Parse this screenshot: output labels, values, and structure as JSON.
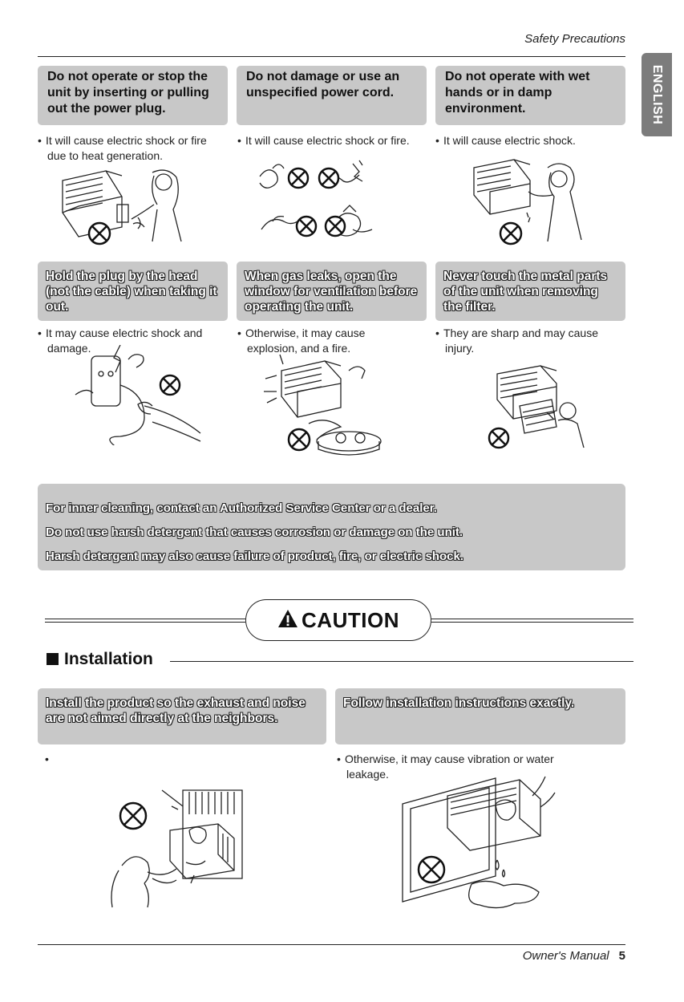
{
  "header": {
    "title": "Safety Precautions"
  },
  "language_tab": {
    "label": "ENGLISH"
  },
  "warnings_row1": [
    {
      "title": "Do not operate or stop the unit by inserting or pulling out the power plug.",
      "bullet_line1": "It will cause electric shock or fire",
      "bullet_line2": "due to heat generation."
    },
    {
      "title": "Do not damage or use an unspecified power cord.",
      "bullet_line1": "It will cause electric shock or fire.",
      "bullet_line2": ""
    },
    {
      "title": "Do not operate with wet hands or in damp environment.",
      "bullet_line1": "It will cause electric shock.",
      "bullet_line2": ""
    }
  ],
  "warnings_row2": [
    {
      "title": "Hold the plug by the head (not the cable) when taking it out.",
      "bullet_line1": "It may cause electric shock and",
      "bullet_line2": "damage."
    },
    {
      "title": "When gas leaks, open the window for ventilation before operating the unit.",
      "bullet_line1": "Otherwise, it may cause",
      "bullet_line2": "explosion, and a fire."
    },
    {
      "title": "Never touch the metal parts of the unit when removing the filter.",
      "bullet_line1": "They are sharp and may cause",
      "bullet_line2": "injury."
    }
  ],
  "inner_cleaning": {
    "line1": "For inner cleaning, contact an Authorized Service Center or a dealer.",
    "line2": "Do not use harsh detergent that causes corrosion or damage on the unit.",
    "line3": "Harsh detergent may also cause failure of product, fire, or electric shock."
  },
  "caution": {
    "label": "CAUTION",
    "icon": "warning-triangle-icon"
  },
  "installation": {
    "section_title": "Installation",
    "items": [
      {
        "title": "Install the product so the exhaust and noise are not aimed directly at the neighbors.",
        "bullet_line1": "",
        "bullet_line2": ""
      },
      {
        "title": "Follow installation instructions exactly.",
        "bullet_line1": "Otherwise, it may cause vibration or water",
        "bullet_line2": "leakage."
      }
    ]
  },
  "footer": {
    "label": "Owner's Manual",
    "page_number": "5"
  }
}
